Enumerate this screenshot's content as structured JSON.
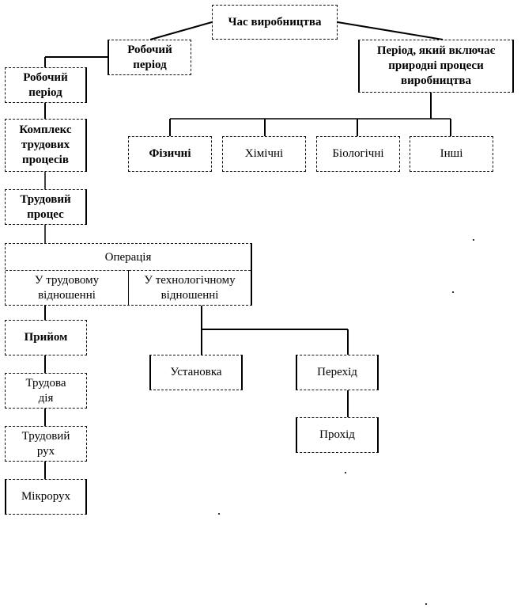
{
  "diagram": {
    "root": "Час виробництва",
    "working_period_top": "Робочий\nперіод",
    "natural_period": "Період, який включає\nприродні процеси\nвиробництва",
    "natural_processes": [
      "Фізичні",
      "Хімічні",
      "Біологічні",
      "Інші"
    ],
    "working_period": "Робочий\nперіод",
    "work_process_complex": "Комплекс\nтрудових\nпроцесів",
    "work_process": "Трудовий\nпроцес",
    "operation": {
      "title": "Операція",
      "labor_aspect": "У трудовому\nвідношенні",
      "technological_aspect": "У технологічному\nвідношенні"
    },
    "labor_chain": [
      "Прийом",
      "Трудова\nдія",
      "Трудовий\nрух",
      "Мікрорух"
    ],
    "technological_branch": {
      "setup": "Установка",
      "transition": "Перехід",
      "pass": "Прохід"
    }
  }
}
